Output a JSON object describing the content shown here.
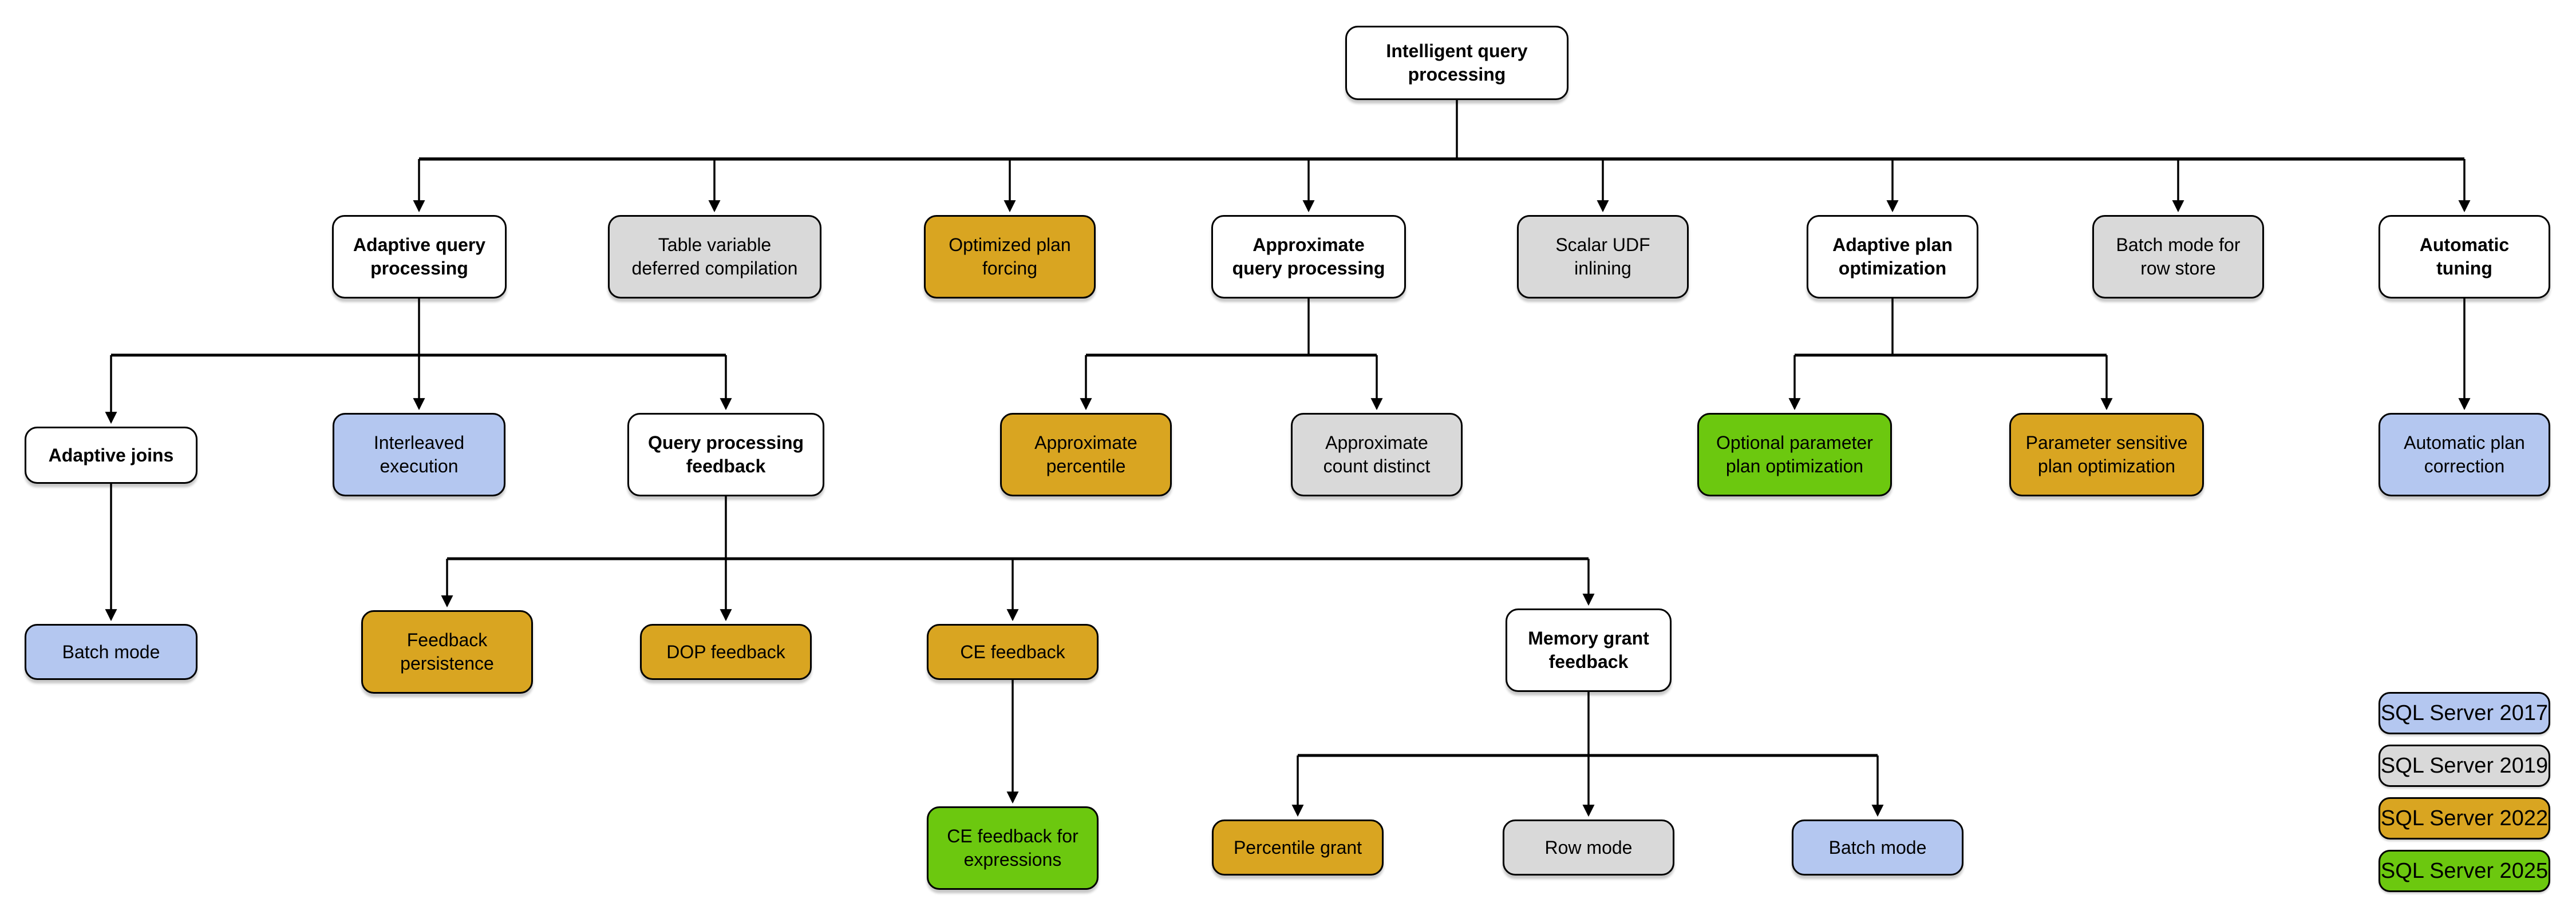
{
  "palette": {
    "parent": "#ffffff",
    "2017": "#b4c7f0",
    "2019": "#d9d9d9",
    "2022": "#d9a521",
    "2025": "#6cc80f"
  },
  "nodes": {
    "root": {
      "label": "Intelligent query\nprocessing",
      "version": "parent"
    },
    "adaptive_query_processing": {
      "label": "Adaptive query\nprocessing",
      "version": "parent"
    },
    "table_variable_deferred_compilation": {
      "label": "Table variable\ndeferred compilation",
      "version": "2019"
    },
    "optimized_plan_forcing": {
      "label": "Optimized plan\nforcing",
      "version": "2022"
    },
    "approximate_query_processing": {
      "label": "Approximate\nquery processing",
      "version": "parent"
    },
    "scalar_udf_inlining": {
      "label": "Scalar UDF\ninlining",
      "version": "2019"
    },
    "adaptive_plan_optimization": {
      "label": "Adaptive plan\noptimization",
      "version": "parent"
    },
    "batch_mode_for_row_store": {
      "label": "Batch mode for\nrow store",
      "version": "2019"
    },
    "automatic_tuning": {
      "label": "Automatic\ntuning",
      "version": "parent"
    },
    "adaptive_joins": {
      "label": "Adaptive joins",
      "version": "parent"
    },
    "interleaved_execution": {
      "label": "Interleaved\nexecution",
      "version": "2017"
    },
    "query_processing_feedback": {
      "label": "Query processing\nfeedback",
      "version": "parent"
    },
    "approximate_percentile": {
      "label": "Approximate\npercentile",
      "version": "2022"
    },
    "approximate_count_distinct": {
      "label": "Approximate\ncount distinct",
      "version": "2019"
    },
    "optional_parameter_plan_optimization": {
      "label": "Optional parameter\nplan optimization",
      "version": "2025"
    },
    "parameter_sensitive_plan_optimization": {
      "label": "Parameter sensitive\nplan optimization",
      "version": "2022"
    },
    "automatic_plan_correction": {
      "label": "Automatic plan\ncorrection",
      "version": "2017"
    },
    "batch_mode_under_adaptive_joins": {
      "label": "Batch mode",
      "version": "2017"
    },
    "feedback_persistence": {
      "label": "Feedback\npersistence",
      "version": "2022"
    },
    "dop_feedback": {
      "label": "DOP feedback",
      "version": "2022"
    },
    "ce_feedback": {
      "label": "CE feedback",
      "version": "2022"
    },
    "memory_grant_feedback": {
      "label": "Memory grant\nfeedback",
      "version": "parent"
    },
    "ce_feedback_for_expressions": {
      "label": "CE feedback for\nexpressions",
      "version": "2025"
    },
    "percentile_grant": {
      "label": "Percentile grant",
      "version": "2022"
    },
    "row_mode": {
      "label": "Row mode",
      "version": "2019"
    },
    "batch_mode_under_memory_grant": {
      "label": "Batch mode",
      "version": "2017"
    }
  },
  "edges": [
    {
      "from": "root",
      "to": [
        "adaptive_query_processing",
        "table_variable_deferred_compilation",
        "optimized_plan_forcing",
        "approximate_query_processing",
        "scalar_udf_inlining",
        "adaptive_plan_optimization",
        "batch_mode_for_row_store",
        "automatic_tuning"
      ]
    },
    {
      "from": "adaptive_query_processing",
      "to": [
        "adaptive_joins",
        "interleaved_execution",
        "query_processing_feedback"
      ]
    },
    {
      "from": "approximate_query_processing",
      "to": [
        "approximate_percentile",
        "approximate_count_distinct"
      ]
    },
    {
      "from": "adaptive_plan_optimization",
      "to": [
        "optional_parameter_plan_optimization",
        "parameter_sensitive_plan_optimization"
      ]
    },
    {
      "from": "automatic_tuning",
      "to": [
        "automatic_plan_correction"
      ]
    },
    {
      "from": "adaptive_joins",
      "to": [
        "batch_mode_under_adaptive_joins"
      ]
    },
    {
      "from": "query_processing_feedback",
      "to": [
        "feedback_persistence",
        "dop_feedback",
        "ce_feedback",
        "memory_grant_feedback"
      ]
    },
    {
      "from": "ce_feedback",
      "to": [
        "ce_feedback_for_expressions"
      ]
    },
    {
      "from": "memory_grant_feedback",
      "to": [
        "percentile_grant",
        "row_mode",
        "batch_mode_under_memory_grant"
      ]
    }
  ],
  "legend": {
    "items": [
      {
        "label": "SQL Server 2017",
        "version": "2017"
      },
      {
        "label": "SQL Server 2019",
        "version": "2019"
      },
      {
        "label": "SQL Server 2022",
        "version": "2022"
      },
      {
        "label": "SQL Server 2025",
        "version": "2025"
      }
    ]
  }
}
